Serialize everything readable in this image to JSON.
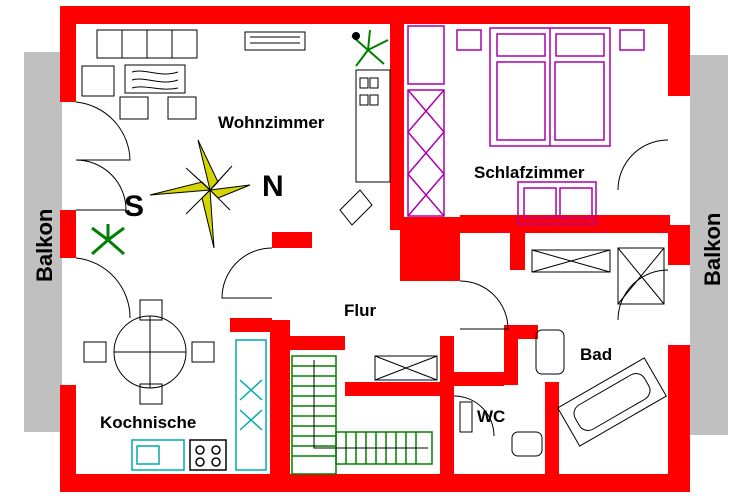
{
  "rooms": {
    "wohnzimmer": "Wohnzimmer",
    "schlafzimmer": "Schlafzimmer",
    "flur": "Flur",
    "bad": "Bad",
    "wc": "WC",
    "kochnische": "Kochnische"
  },
  "balconies": {
    "left": "Balkon",
    "right": "Balkon"
  },
  "compass": {
    "north": "N",
    "south": "S"
  },
  "colors": {
    "wall": "#ff0000",
    "balcony": "#c0c0c0",
    "furniture": "#000000",
    "bedroom_furniture": "#aa00aa",
    "kitchen": "#00aaaa",
    "stairs": "#008000",
    "compass_star": "#d4d400",
    "plant": "#008000"
  }
}
